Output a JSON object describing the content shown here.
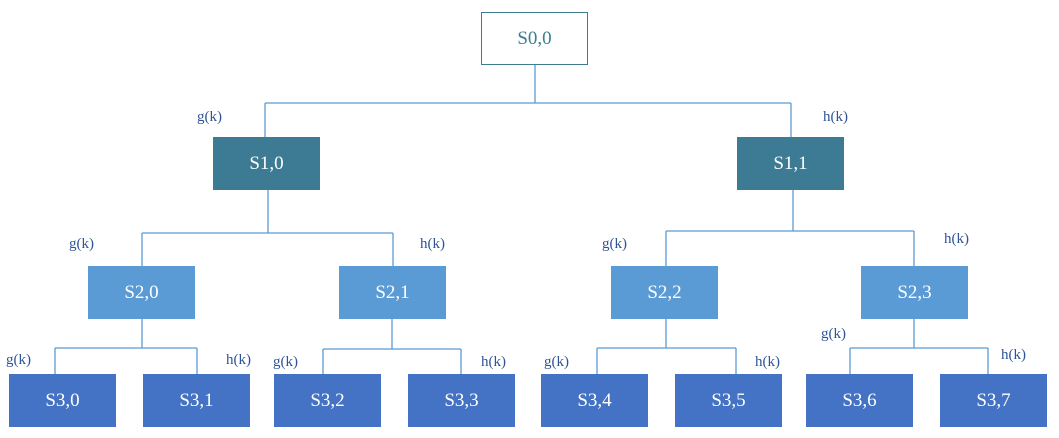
{
  "nodes": {
    "s00": "S0,0",
    "s10": "S1,0",
    "s11": "S1,1",
    "s20": "S2,0",
    "s21": "S2,1",
    "s22": "S2,2",
    "s23": "S2,3",
    "s30": "S3,0",
    "s31": "S3,1",
    "s32": "S3,2",
    "s33": "S3,3",
    "s34": "S3,4",
    "s35": "S3,5",
    "s36": "S3,6",
    "s37": "S3,7"
  },
  "edge_labels": {
    "left": "g(k)",
    "right": "h(k)"
  },
  "colors": {
    "root_border": "#3e7b8f",
    "level1": "#3c7b93",
    "level2": "#5b9bd5",
    "level3": "#4472c4",
    "connector": "#5b9bd5",
    "label_text": "#2f5496"
  }
}
